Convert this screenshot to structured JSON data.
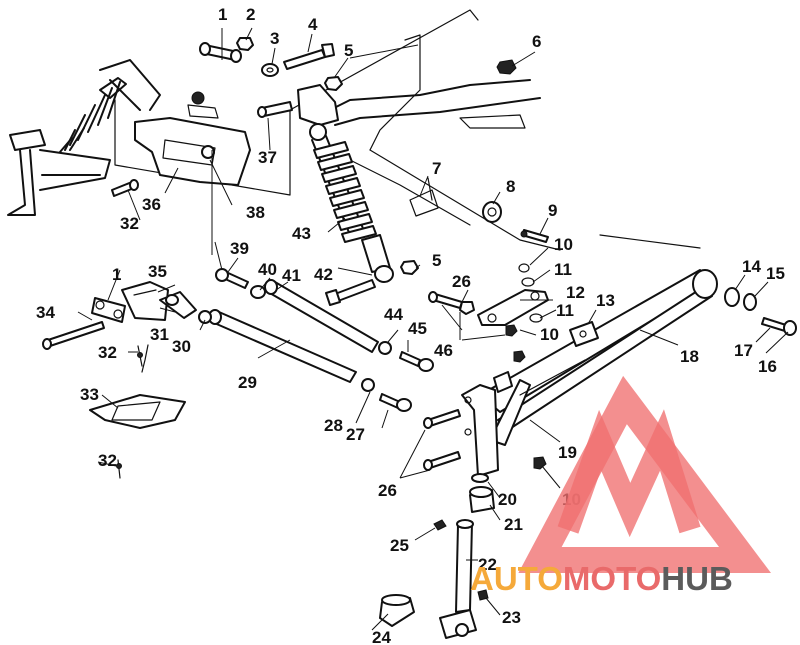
{
  "diagram": {
    "callouts": [
      {
        "id": "c1a",
        "text": "1"
      },
      {
        "id": "c2",
        "text": "2"
      },
      {
        "id": "c3",
        "text": "3"
      },
      {
        "id": "c4",
        "text": "4"
      },
      {
        "id": "c5a",
        "text": "5"
      },
      {
        "id": "c6",
        "text": "6"
      },
      {
        "id": "c7",
        "text": "7"
      },
      {
        "id": "c8",
        "text": "8"
      },
      {
        "id": "c9",
        "text": "9"
      },
      {
        "id": "c10a",
        "text": "10"
      },
      {
        "id": "c11a",
        "text": "11"
      },
      {
        "id": "c12",
        "text": "12"
      },
      {
        "id": "c11b",
        "text": "11"
      },
      {
        "id": "c10b",
        "text": "10"
      },
      {
        "id": "c13",
        "text": "13"
      },
      {
        "id": "c14",
        "text": "14"
      },
      {
        "id": "c15",
        "text": "15"
      },
      {
        "id": "c16",
        "text": "16"
      },
      {
        "id": "c17",
        "text": "17"
      },
      {
        "id": "c18",
        "text": "18"
      },
      {
        "id": "c19",
        "text": "19"
      },
      {
        "id": "c10c",
        "text": "10"
      },
      {
        "id": "c20",
        "text": "20"
      },
      {
        "id": "c21",
        "text": "21"
      },
      {
        "id": "c22",
        "text": "22"
      },
      {
        "id": "c23",
        "text": "23"
      },
      {
        "id": "c24",
        "text": "24"
      },
      {
        "id": "c25",
        "text": "25"
      },
      {
        "id": "c26a",
        "text": "26"
      },
      {
        "id": "c26b",
        "text": "26"
      },
      {
        "id": "c27",
        "text": "27"
      },
      {
        "id": "c28",
        "text": "28"
      },
      {
        "id": "c29",
        "text": "29"
      },
      {
        "id": "c30",
        "text": "30"
      },
      {
        "id": "c31",
        "text": "31"
      },
      {
        "id": "c32a",
        "text": "32"
      },
      {
        "id": "c32b",
        "text": "32"
      },
      {
        "id": "c32c",
        "text": "32"
      },
      {
        "id": "c33",
        "text": "33"
      },
      {
        "id": "c34",
        "text": "34"
      },
      {
        "id": "c35",
        "text": "35"
      },
      {
        "id": "c36",
        "text": "36"
      },
      {
        "id": "c37",
        "text": "37"
      },
      {
        "id": "c38",
        "text": "38"
      },
      {
        "id": "c39",
        "text": "39"
      },
      {
        "id": "c40",
        "text": "40"
      },
      {
        "id": "c41",
        "text": "41"
      },
      {
        "id": "c42",
        "text": "42"
      },
      {
        "id": "c43",
        "text": "43"
      },
      {
        "id": "c44",
        "text": "44"
      },
      {
        "id": "c45",
        "text": "45"
      },
      {
        "id": "c46",
        "text": "46"
      },
      {
        "id": "c5b",
        "text": "5"
      },
      {
        "id": "c1b",
        "text": "1"
      }
    ]
  },
  "watermark": {
    "word_auto": "AUTO",
    "word_moto": "MOTO",
    "word_hub": "HUB",
    "colors": {
      "auto": "#f5a93a",
      "moto": "#e96a6a",
      "hub": "#5b5b5b",
      "triangle": "#ef6f6f"
    }
  }
}
